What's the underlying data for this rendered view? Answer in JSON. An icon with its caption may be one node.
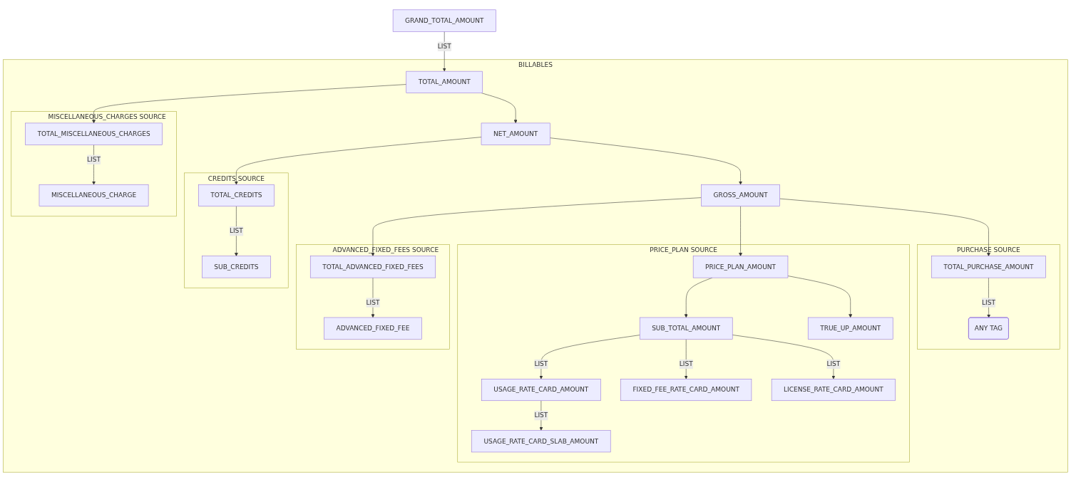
{
  "diagram": {
    "nodes": [
      {
        "text": [
          "GRAND_TOTAL_AMOUNT"
        ]
      },
      {
        "text": [
          "BILLABLES"
        ]
      },
      {
        "text": [
          "TOTAL_AMOUNT"
        ],
        "in": 1
      },
      {
        "text": [
          "MISCELLANEOUS_CHARGES SOURCE"
        ],
        "in": 1
      },
      {
        "text": [
          "TOTAL_MISCELLANEOUS_CHARGES"
        ],
        "in": 3
      },
      {
        "text": [
          "MISCELLANEOUS_CHARGE"
        ],
        "in": 3
      },
      {
        "text": [
          "NET_AMOUNT"
        ],
        "in": 1
      },
      {
        "text": [
          "CREDITS SOURCE"
        ],
        "in": 1
      },
      {
        "text": [
          "TOTAL_CREDITS"
        ],
        "in": 7
      },
      {
        "text": [
          "SUB_CREDITS"
        ],
        "in": 7
      },
      {
        "text": [
          "GROSS_AMOUNT"
        ],
        "in": 1
      },
      {
        "text": [
          "ADVANCED_FIXED_FEES SOURCE"
        ],
        "in": 1
      },
      {
        "text": [
          "TOTAL_ADVANCED_FIXED_FEES"
        ],
        "in": 11
      },
      {
        "text": [
          "ADVANCED_FIXED_FEE"
        ],
        "in": 11
      },
      {
        "text": [
          "PRICE_PLAN SOURCE"
        ],
        "in": 1
      },
      {
        "text": [
          "PRICE_PLAN_AMOUNT"
        ],
        "in": 14
      },
      {
        "text": [
          "SUB_TOTAL_AMOUNT"
        ],
        "in": 14
      },
      {
        "text": [
          "TRUE_UP_AMOUNT"
        ],
        "in": 14
      },
      {
        "text": [
          "USAGE_RATE_CARD_AMOUNT"
        ],
        "in": 14
      },
      {
        "text": [
          "FIXED_FEE_RATE_CARD_AMOUNT"
        ],
        "in": 14
      },
      {
        "text": [
          "LICENSE_RATE_CARD_AMOUNT"
        ],
        "in": 14
      },
      {
        "text": [
          "USAGE_RATE_CARD_SLAB_AMOUNT"
        ],
        "in": 14
      },
      {
        "text": [
          "PURCHASE SOURCE"
        ],
        "in": 1
      },
      {
        "text": [
          "TOTAL_PURCHASE_AMOUNT"
        ],
        "in": 22
      },
      {
        "text": [
          "ANY TAG"
        ],
        "in": 22
      }
    ],
    "edges": [
      {
        "from": 0,
        "to": 2,
        "arrow": "to",
        "label": "LIST"
      },
      {
        "from": 2,
        "to": 4,
        "arrow": "to"
      },
      {
        "from": 2,
        "to": 6,
        "arrow": "to"
      },
      {
        "from": 4,
        "to": 5,
        "arrow": "to",
        "label": "LIST"
      },
      {
        "from": 6,
        "to": 8,
        "arrow": "to"
      },
      {
        "from": 6,
        "to": 10,
        "arrow": "to"
      },
      {
        "from": 8,
        "to": 9,
        "arrow": "to",
        "label": "LIST"
      },
      {
        "from": 10,
        "to": 12,
        "arrow": "to"
      },
      {
        "from": 10,
        "to": 15,
        "arrow": "to"
      },
      {
        "from": 10,
        "to": 23,
        "arrow": "to"
      },
      {
        "from": 12,
        "to": 13,
        "arrow": "to",
        "label": "LIST"
      },
      {
        "from": 15,
        "to": 16,
        "arrow": "to"
      },
      {
        "from": 15,
        "to": 17,
        "arrow": "to"
      },
      {
        "from": 16,
        "to": 18,
        "arrow": "to",
        "label": "LIST"
      },
      {
        "from": 16,
        "to": 19,
        "arrow": "to",
        "label": "LIST"
      },
      {
        "from": 16,
        "to": 20,
        "arrow": "to",
        "label": "LIST"
      },
      {
        "from": 18,
        "to": 21,
        "arrow": "to",
        "label": "LIST"
      },
      {
        "from": 23,
        "to": 24,
        "arrow": "to",
        "label": "LIST"
      }
    ]
  }
}
